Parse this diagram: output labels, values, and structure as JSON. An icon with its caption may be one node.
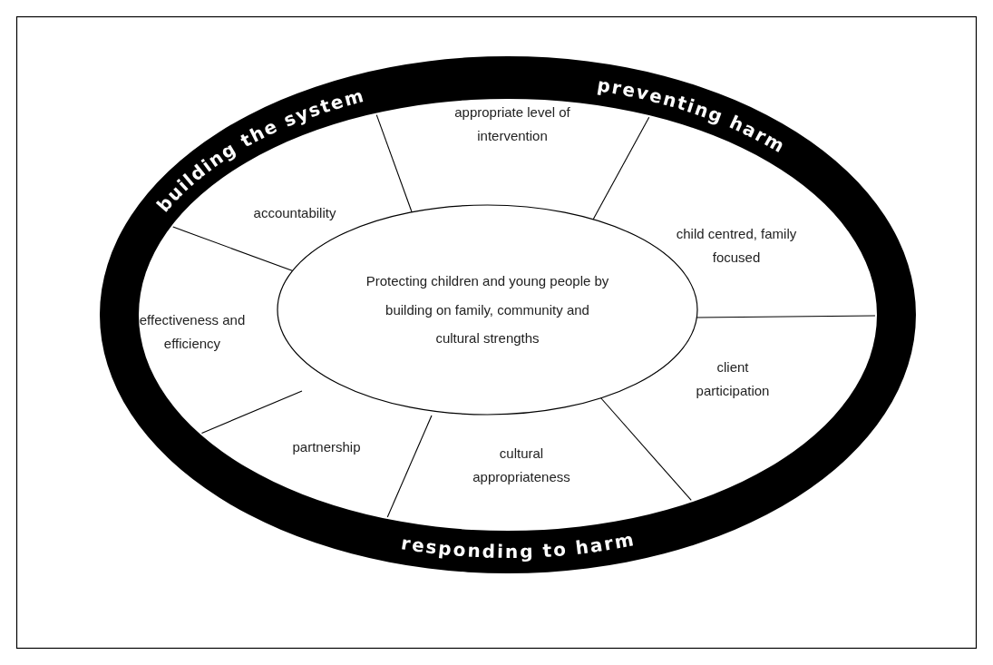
{
  "diagram": {
    "nodes": [
      {
        "text": [
          "building the system",
          "preventing harm",
          "responding to harm"
        ]
      },
      {
        "text": [
          "appropriate level of intervention"
        ],
        "in": 0
      },
      {
        "text": [
          "accountability"
        ],
        "in": 0
      },
      {
        "text": [
          "child centred, family focused"
        ],
        "in": 0
      },
      {
        "text": [
          "effectiveness and efficiency"
        ],
        "in": 0
      },
      {
        "text": [
          "Protecting children and young people by building on family, community and cultural strengths"
        ],
        "in": 0
      },
      {
        "text": [
          "client participation"
        ],
        "in": 0
      },
      {
        "text": [
          "partnership"
        ],
        "in": 0
      },
      {
        "text": [
          "cultural appropriateness"
        ],
        "in": 0
      }
    ]
  }
}
